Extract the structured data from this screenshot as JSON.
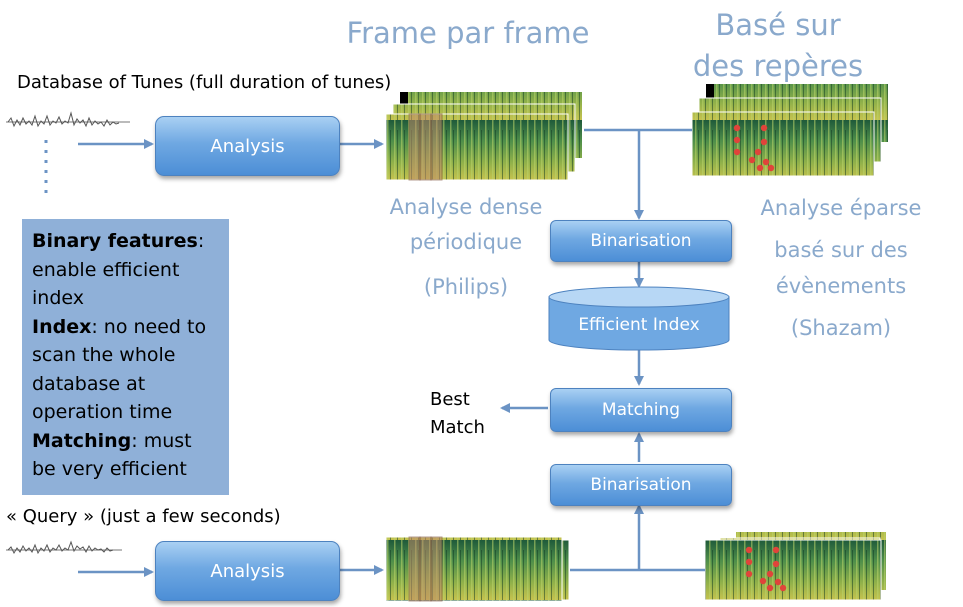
{
  "headings": {
    "frame": "Frame par frame",
    "landmarks_line1": "Basé sur",
    "landmarks_line2": "des repères"
  },
  "labels": {
    "database": "Database of Tunes (full duration of tunes)",
    "query": "« Query » (just a few seconds)",
    "best_match_line1": "Best",
    "best_match_line2": "Match"
  },
  "boxes": {
    "analysis_top": "Analysis",
    "analysis_bottom": "Analysis",
    "binarisation_top": "Binarisation",
    "efficient_index": "Efficient Index",
    "matching": "Matching",
    "binarisation_bottom": "Binarisation"
  },
  "philips": {
    "line1": "Analyse dense",
    "line2": "périodique",
    "line3": "(Philips)"
  },
  "shazam": {
    "line1": "Analyse éparse",
    "line2": "basé sur des",
    "line3": "évènements",
    "line4": "(Shazam)"
  },
  "notes": [
    {
      "bold": "Binary features",
      "rest": ":"
    },
    {
      "bold": "",
      "rest": "enable efficient"
    },
    {
      "bold": "",
      "rest": "index"
    },
    {
      "bold": "Index",
      "rest": ": no need to"
    },
    {
      "bold": "",
      "rest": "scan the whole"
    },
    {
      "bold": "",
      "rest": "database at"
    },
    {
      "bold": "",
      "rest": "operation time"
    },
    {
      "bold": "Matching",
      "rest": ": must"
    },
    {
      "bold": "",
      "rest": "be very efficient"
    }
  ],
  "colors": {
    "arrow": "#6b93c4",
    "box_top": "#a9d0f3",
    "box_bottom": "#4c8ed6",
    "note_bg": "#8fb0d8",
    "light_text": "#8aa9cc",
    "peak": "#e0443a"
  }
}
